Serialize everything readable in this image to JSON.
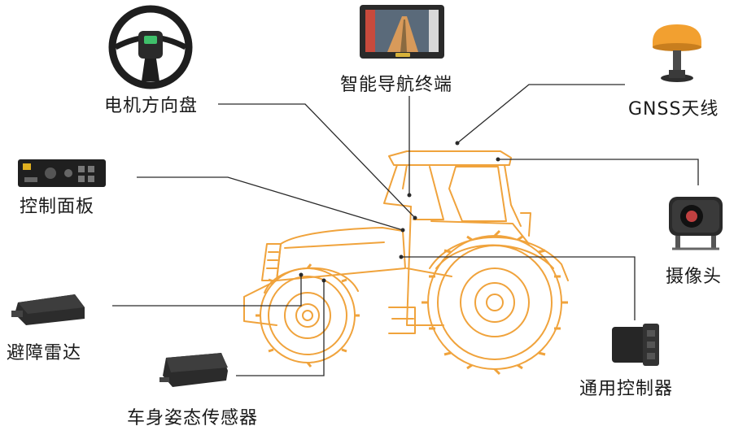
{
  "components": {
    "steering_wheel": "电机方向盘",
    "nav_terminal": "智能导航终端",
    "gnss_antenna": "GNSS天线",
    "control_panel": "控制面板",
    "camera": "摄像头",
    "radar": "避障雷达",
    "controller": "通用控制器",
    "attitude_sensor": "车身姿态传感器"
  },
  "colors": {
    "tractor_outline": "#f0a33c",
    "leader_line": "#2a2a2a",
    "label_text": "#1a1a1a",
    "device_dark": "#222222",
    "antenna_orange": "#f2a030"
  },
  "icons": {
    "steering_wheel": "steering-wheel-icon",
    "nav_terminal": "tablet-terminal-icon",
    "gnss_antenna": "gnss-antenna-icon",
    "control_panel": "control-panel-icon",
    "camera": "camera-icon",
    "radar": "radar-icon",
    "controller": "controller-icon",
    "attitude_sensor": "attitude-sensor-icon"
  }
}
